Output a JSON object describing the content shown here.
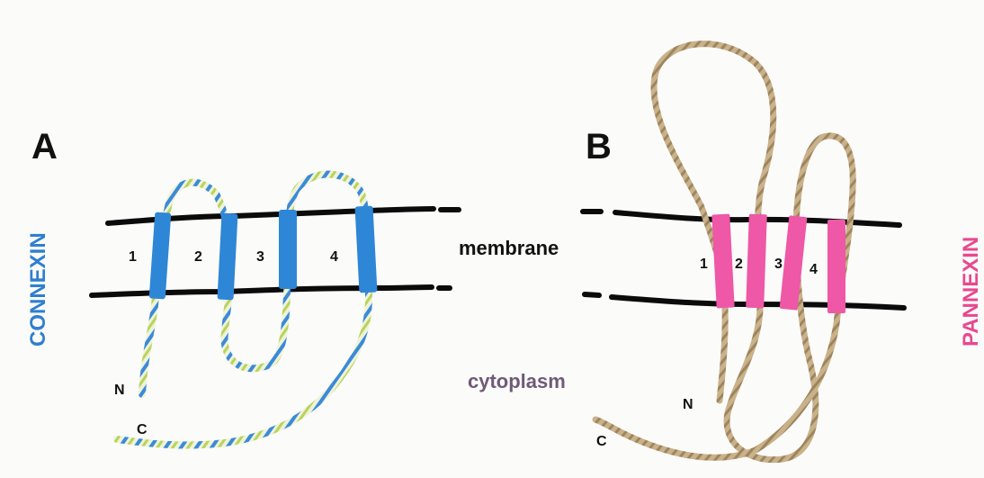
{
  "panel_a": {
    "letter": "A",
    "side_label": "CONNEXIN",
    "segments": [
      "1",
      "2",
      "3",
      "4"
    ],
    "n_terminus": "N",
    "c_terminus": "C"
  },
  "panel_b": {
    "letter": "B",
    "side_label": "PANNEXIN",
    "segments": [
      "1",
      "2",
      "3",
      "4"
    ],
    "n_terminus": "N",
    "c_terminus": "C"
  },
  "labels": {
    "membrane": "membrane",
    "cytoplasm": "cytoplasm"
  },
  "colors": {
    "connexin": "#2f7fd0",
    "connexin_segment": "#2e86d6",
    "pannexin": "#e8488f",
    "pannexin_segment": "#ee58a6",
    "membrane_line": "#0b0b0b",
    "cord_a_light": "#d8e8a0",
    "cord_b": "#b8a07a",
    "cytoplasm_text": "#6f5a78"
  }
}
